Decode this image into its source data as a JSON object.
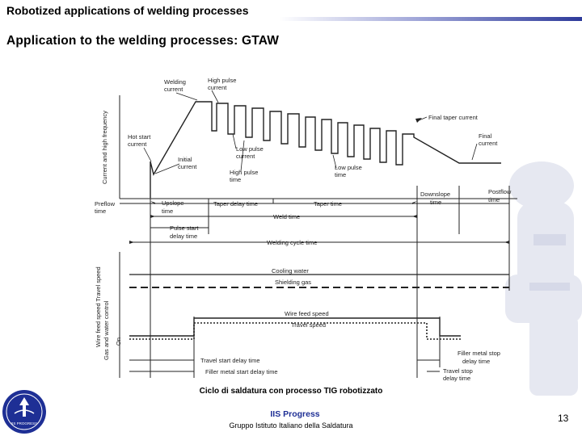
{
  "header": {
    "title": "Robotized applications of welding processes"
  },
  "slide": {
    "subtitle": "Application to the welding processes: GTAW"
  },
  "diagram": {
    "axis_top": "Current and high frequency",
    "axis_bottom_1": "Wire feed speed  Travel speed",
    "axis_bottom_2": "Gas and water control",
    "axis_on": "On",
    "labels": {
      "welding_current": [
        "Welding",
        "current"
      ],
      "high_pulse_current": [
        "High pulse",
        "current"
      ],
      "hot_start_current": [
        "Hot start",
        "current"
      ],
      "initial_current": [
        "Initial",
        "current"
      ],
      "low_pulse_current": [
        "Low pulse",
        "current"
      ],
      "high_pulse_time": [
        "High pulse",
        "time"
      ],
      "low_pulse_time": [
        "Low pulse",
        "time"
      ],
      "final_taper_current": "Final taper current",
      "final_current": [
        "Final",
        "current"
      ],
      "preflow_time": [
        "Preflow",
        "time"
      ],
      "upslope_time": [
        "Upslope",
        "time"
      ],
      "taper_delay_time": "Taper delay time",
      "taper_time": "Taper time",
      "downslope_time": [
        "Downslope",
        "time"
      ],
      "postflow_time": [
        "Postflow",
        "time"
      ],
      "weld_time": "Weld time",
      "pulse_start_delay_time": [
        "Pulse start",
        "delay time"
      ],
      "welding_cycle_time": "Welding cycle time",
      "cooling_water": "Cooling water",
      "shielding_gas": "Shielding gas",
      "wire_feed_speed": "Wire feed speed",
      "travel_speed": "Travel speed",
      "travel_start_delay_time": "Travel start delay time",
      "filler_metal_start_delay_time": "Filler metal start delay time",
      "filler_metal_stop_delay_time": [
        "Filler metal stop",
        "delay time"
      ],
      "travel_stop_delay_time": [
        "Travel stop",
        "delay time"
      ]
    }
  },
  "caption": "Ciclo di saldatura con processo TIG robotizzato",
  "footer": {
    "org": "IIS Progress",
    "sub": "Gruppo Istituto Italiano della Saldatura",
    "page": "13",
    "logo_text": "IIS PROGRESS"
  },
  "colors": {
    "brand_blue": "#1e2f95",
    "watermark": "#e4e6f0"
  }
}
